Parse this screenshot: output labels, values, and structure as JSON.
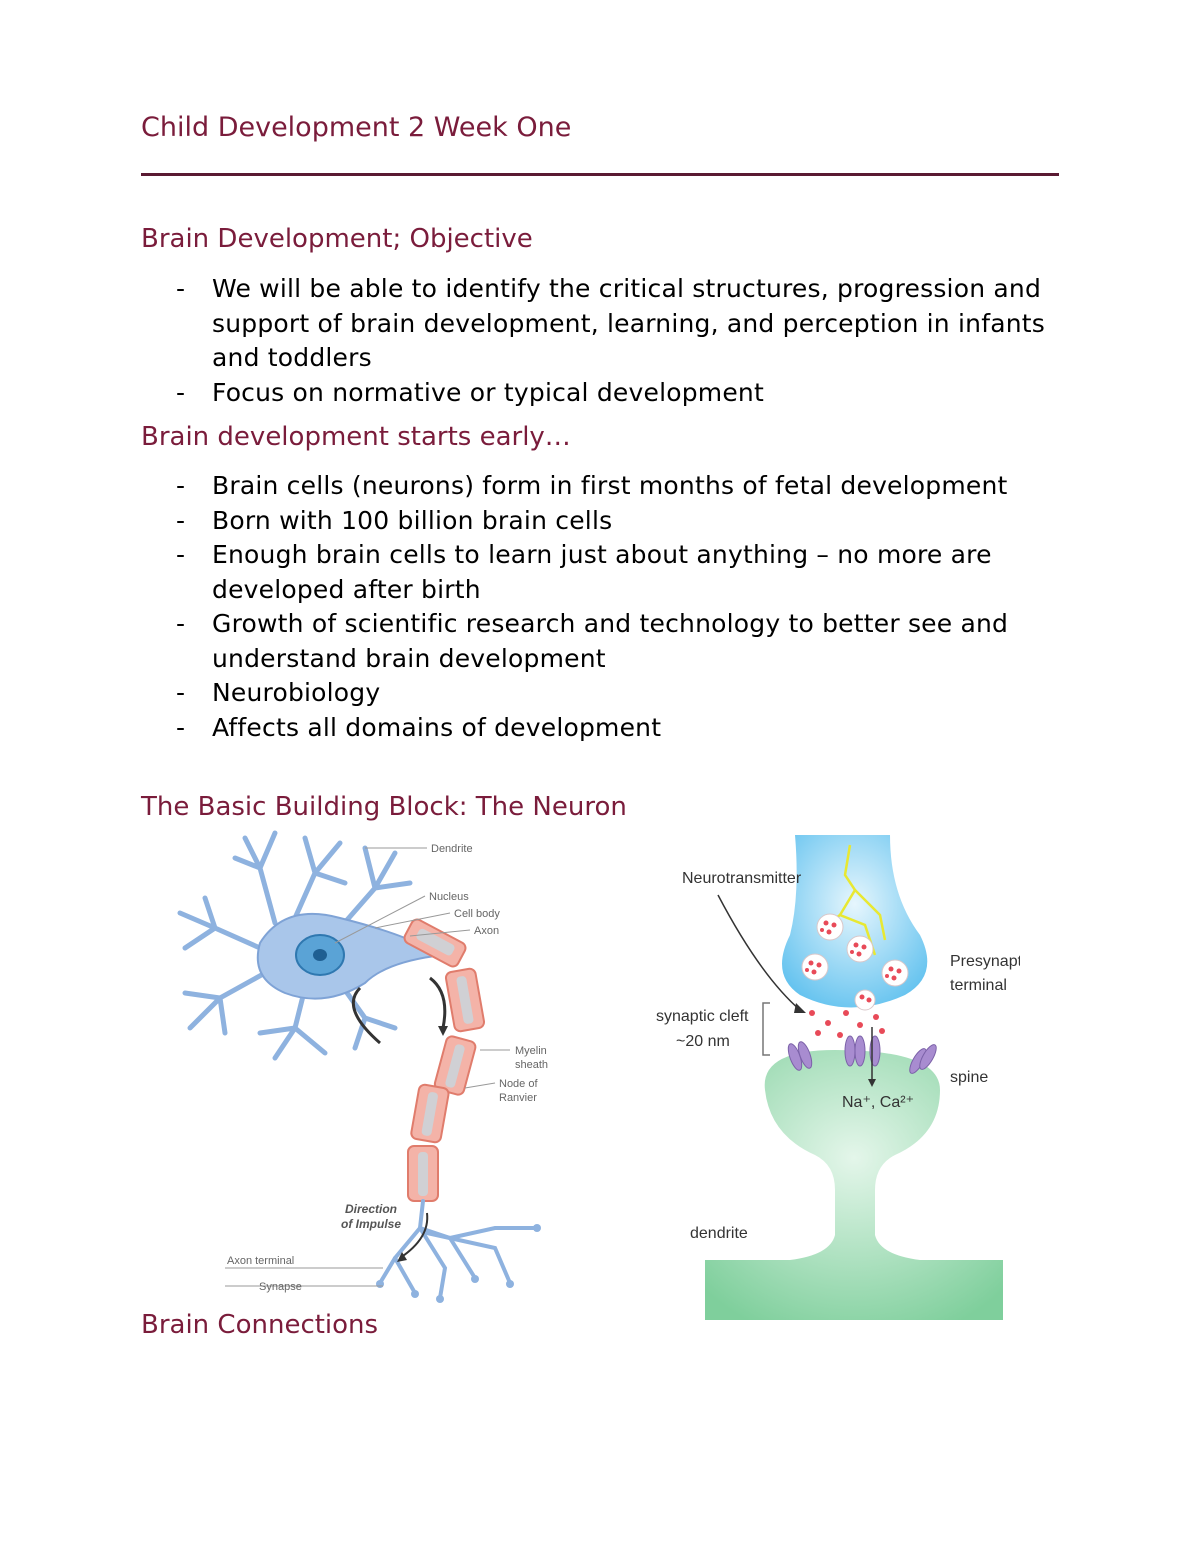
{
  "document": {
    "title": "Child Development 2 Week One"
  },
  "sections": [
    {
      "heading": "Brain Development; Objective",
      "items": [
        "We will be able to identify the critical structures, progression and support of brain development, learning, and perception in infants and toddlers",
        "Focus on normative or typical development"
      ]
    },
    {
      "heading": "Brain development starts early…",
      "items": [
        "Brain cells (neurons) form in first months of fetal development",
        "Born with 100 billion brain cells",
        "Enough brain cells to learn just about anything – no more are developed after birth",
        "Growth of scientific research and technology to better see and understand brain development",
        "Neurobiology",
        "Affects all domains of development"
      ]
    },
    {
      "heading": "The Basic Building Block: The Neuron"
    },
    {
      "heading": "Brain Connections"
    }
  ],
  "neuron_figure": {
    "labels": {
      "dendrite": "Dendrite",
      "nucleus": "Nucleus",
      "cell_body": "Cell body",
      "axon": "Axon",
      "myelin_1": "Myelin",
      "myelin_2": "sheath",
      "node_1": "Node of",
      "node_2": "Ranvier",
      "direction_1": "Direction",
      "direction_2": "of Impulse",
      "axon_terminal": "Axon terminal",
      "synapse": "Synapse"
    },
    "colors": {
      "cell": "#a9c6ea",
      "cell_stroke": "#7fa3d6",
      "nucleus": "#3d8fc7",
      "myelin": "#f4b3a8",
      "myelin_stroke": "#e07c6c",
      "axon": "#c8c8cc"
    }
  },
  "synapse_figure": {
    "labels": {
      "neurotransmitter": "Neurotransmitter",
      "presynaptic_1": "Presynaptic",
      "presynaptic_2": "terminal",
      "cleft_1": "synaptic cleft",
      "cleft_2": "~20 nm",
      "spine": "spine",
      "ions": "Na⁺, Ca²⁺",
      "dendrite": "dendrite"
    },
    "colors": {
      "terminal": "#62c3ef",
      "spine": "#86d1a3",
      "vesicle": "#e84a58",
      "receptor": "#a88cd0",
      "lightning": "#e8e832"
    }
  }
}
